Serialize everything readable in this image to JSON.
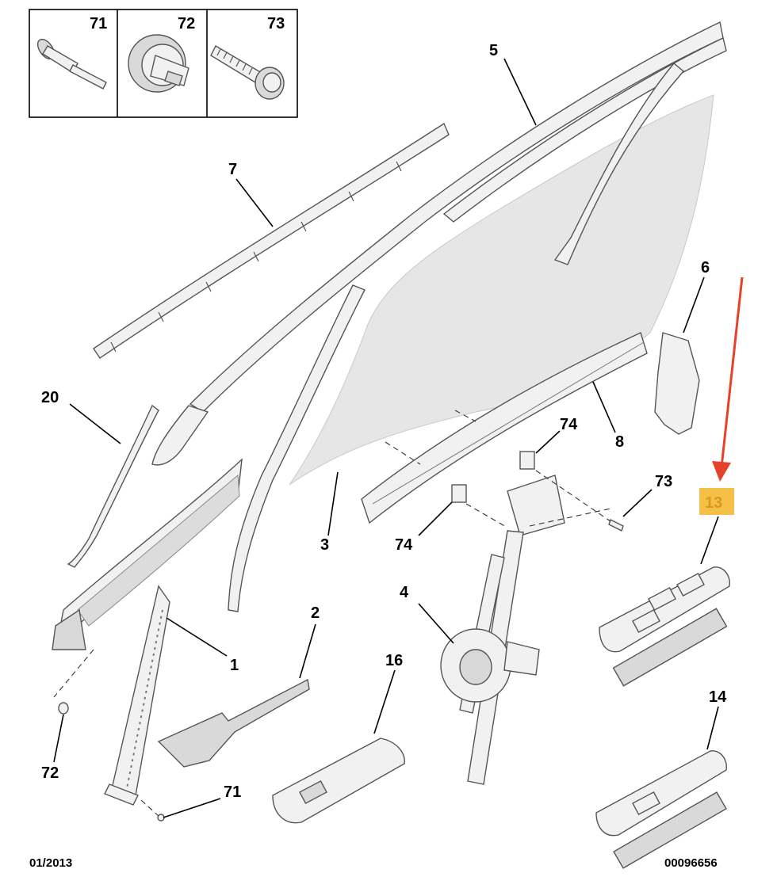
{
  "inset_labels": [
    "71",
    "72",
    "73"
  ],
  "callouts": [
    "5",
    "7",
    "6",
    "20",
    "74",
    "8",
    "73",
    "13",
    "3",
    "74",
    "4",
    "2",
    "16",
    "1",
    "14",
    "72",
    "71"
  ],
  "footer": {
    "date": "01/2013",
    "ref": "00096656"
  },
  "colors": {
    "highlight": "#f6bf47",
    "arrow": "#e8412a",
    "glass": "#e6e6e6",
    "line": "#555555"
  },
  "icons": [
    "rivet-icon",
    "clip-icon",
    "screw-icon"
  ]
}
